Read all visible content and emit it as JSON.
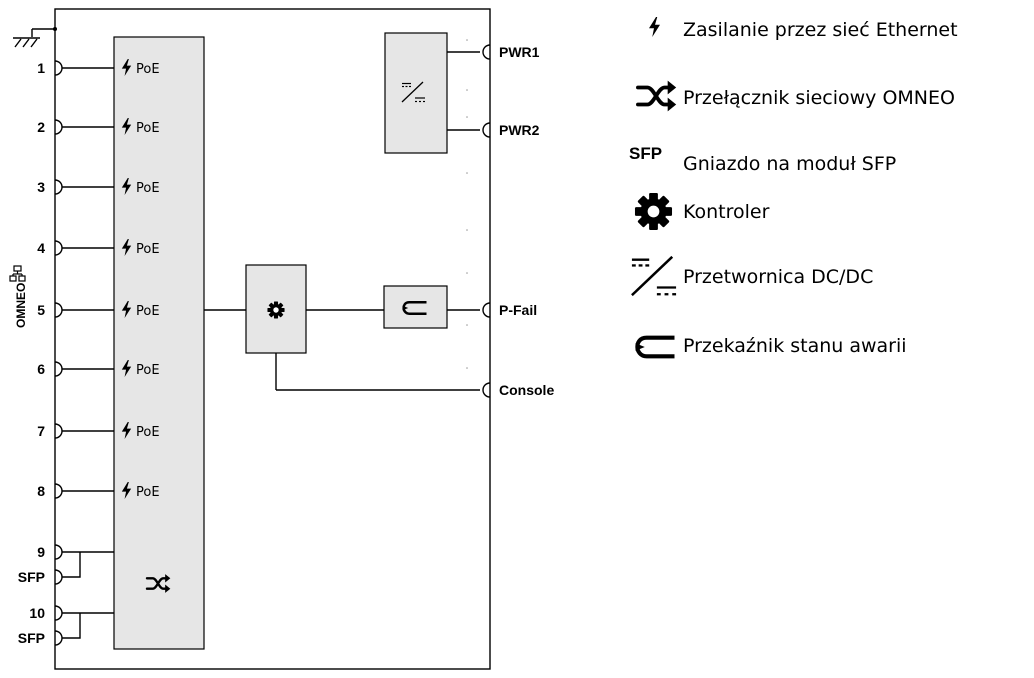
{
  "ports": [
    {
      "label": "1",
      "poe": "PoE"
    },
    {
      "label": "2",
      "poe": "PoE"
    },
    {
      "label": "3",
      "poe": "PoE"
    },
    {
      "label": "4",
      "poe": "PoE"
    },
    {
      "label": "5",
      "poe": "PoE"
    },
    {
      "label": "6",
      "poe": "PoE"
    },
    {
      "label": "7",
      "poe": "PoE"
    },
    {
      "label": "8",
      "poe": "PoE"
    }
  ],
  "sfp_ports": [
    {
      "label": "9",
      "sfp": "SFP"
    },
    {
      "label": "10",
      "sfp": "SFP"
    }
  ],
  "omneo_label": "OMNEO",
  "right_ports": {
    "pwr1": "PWR1",
    "pwr2": "PWR2",
    "pfail": "P-Fail",
    "console": "Console"
  },
  "legend": [
    {
      "icon": "lightning-icon",
      "text": "Zasilanie przez sieć Ethernet"
    },
    {
      "icon": "network-switch-icon",
      "text": "Przełącznik sieciowy OMNEO"
    },
    {
      "icon": "sfp-label",
      "badge": "SFP",
      "text": "Gniazdo na moduł SFP"
    },
    {
      "icon": "gear-icon",
      "text": "Kontroler"
    },
    {
      "icon": "dc-dc-converter-icon",
      "text": "Przetwornica DC/DC"
    },
    {
      "icon": "relay-icon",
      "text": "Przekaźnik stanu awarii"
    }
  ]
}
